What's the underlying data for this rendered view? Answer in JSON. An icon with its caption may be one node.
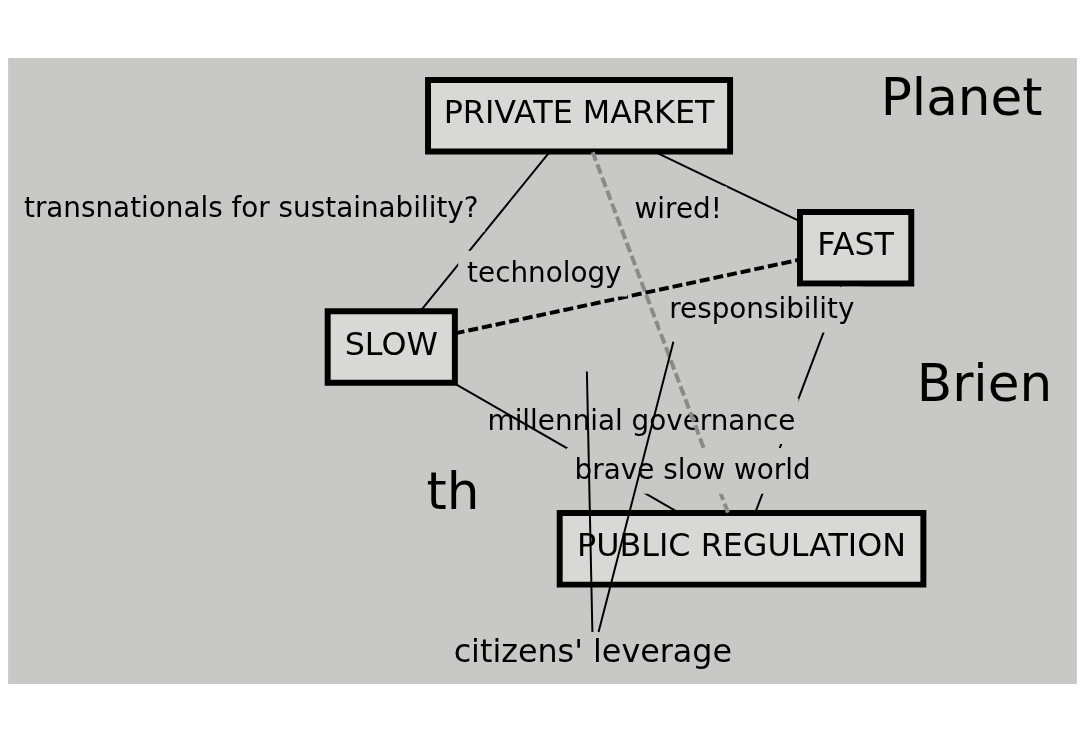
{
  "diagram": {
    "nodes": [
      {
        "text": [
          "PUBLIC REGULATION"
        ]
      },
      {
        "text": [
          "FAST"
        ]
      },
      {
        "text": [
          "PRIVATE MARKET"
        ]
      },
      {
        "text": [
          "SLOW"
        ]
      },
      {
        "text": [
          "citizens' leverage"
        ]
      }
    ],
    "edges": [
      {
        "from": 0,
        "to": 1,
        "arrow": "none",
        "label": "millennial governance"
      },
      {
        "from": 1,
        "to": 2,
        "arrow": "none",
        "label": "wired!"
      },
      {
        "from": 2,
        "to": 3,
        "arrow": "none",
        "label": "transnationals for sustainability?"
      },
      {
        "from": 3,
        "to": 0,
        "arrow": "none",
        "label": "brave slow world"
      },
      {
        "from": 0,
        "to": 2,
        "arrow": "none",
        "label": "responsibility",
        "style": "dashed",
        "color": "#8a8a8a"
      },
      {
        "from": 3,
        "to": 1,
        "arrow": "none",
        "label": "technology",
        "style": "dashed"
      },
      {
        "from": 4,
        "to": null,
        "arrow": "none"
      },
      {
        "from": 4,
        "to": null,
        "arrow": "none"
      }
    ],
    "labels": [
      "Planet",
      "th",
      "Brien"
    ]
  }
}
